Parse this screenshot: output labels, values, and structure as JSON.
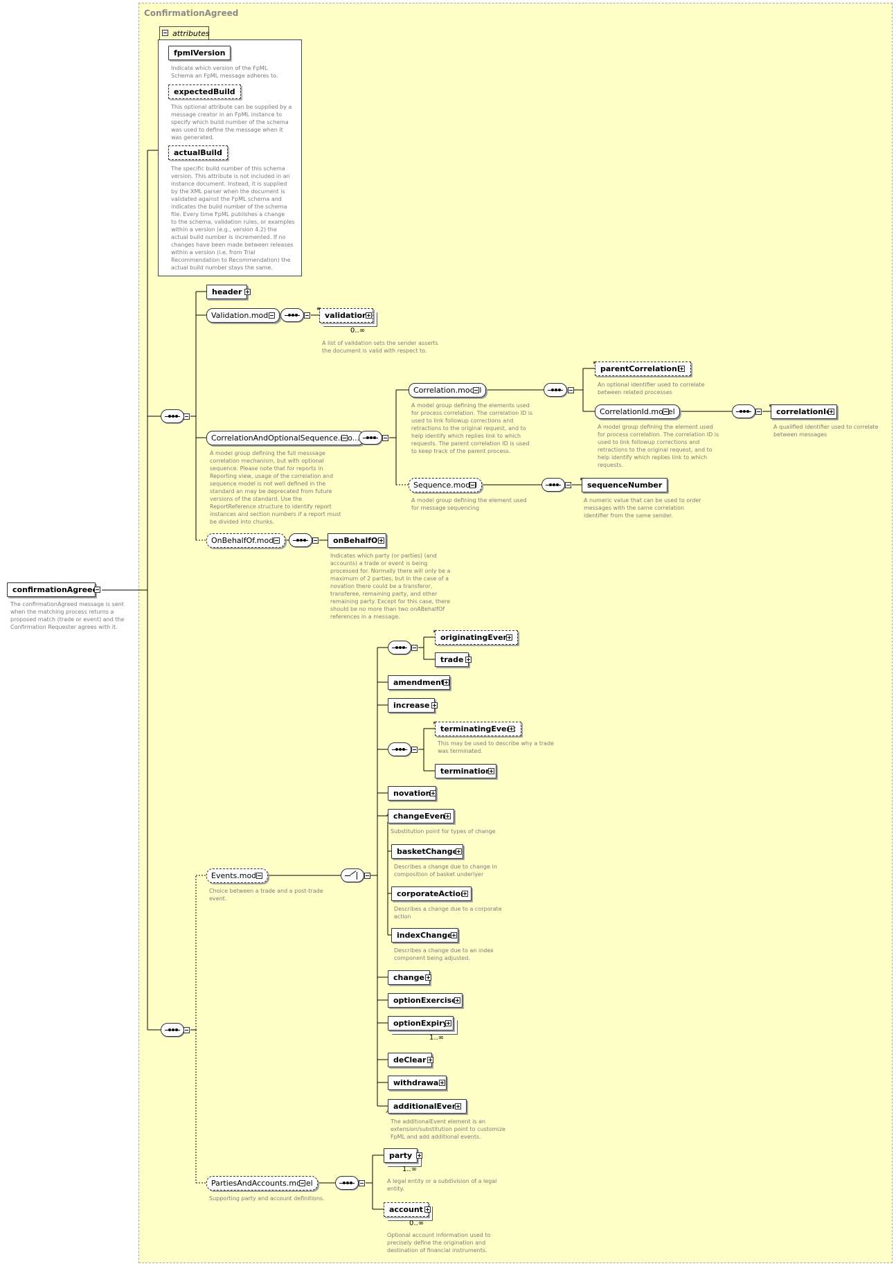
{
  "complex_type": "ConfirmationAgreed",
  "attributes_label": "attributes",
  "attributes": [
    {
      "name": "fpmlVersion",
      "desc": "Indicate which version of the FpML\nSchema an FpML message adheres to."
    },
    {
      "name": "expectedBuild",
      "desc": "This optional attribute can be supplied by a\nmessage creator in an FpML instance to\nspecify which build number of the schema\nwas used to define the message when it\nwas generated."
    },
    {
      "name": "actualBuild",
      "desc": "The specific build number of this schema\nversion. This attribute is not included in an\ninstance document. Instead, it is supplied\nby the XML parser when the document is\nvalidated against the FpML schema and\nindicates the build number of the schema\nfile. Every time FpML publishes a change\nto the schema, validation rules, or examples\nwithin a version (e.g., version 4.2) the\nactual build number is incremented. If no\nchanges have been made between releases\nwithin a version (i.e. from Trial\nRecommendation to Recommendation) the\nactual build number stays the same."
    }
  ],
  "root": {
    "name": "confirmationAgreed",
    "desc": "The confirmationAgreed message is sent\nwhen the matching process returns a\nproposed match (trade or event) and the\nConfirmation Requester agrees with it."
  },
  "top": {
    "header": "header",
    "validation_model": "Validation.model",
    "validation": "validation",
    "validation_occ": "0..∞",
    "validation_desc": "A list of validation sets the sender asserts\nthe document is valid with respect to.",
    "corr_opt_seq_model": "CorrelationAndOptionalSequence.mo...",
    "corr_opt_seq_desc": "A model group defining the full messsage\ncorrelation mechanism, but with optional\nsequence. Please note that for reports in\nReporting view, usage of the correlation and\nsequence model is not well defined in the\nstandard an may be deprecated from future\nversions of the standard. Use the\nReportReference structure to identify report\ninstances and section numbers if a report must\nbe divided into chunks.",
    "correlation_model": "Correlation.model",
    "correlation_model_desc": "A model group defining the elements used\nfor process correlation. The correlation ID is\nused to link followup corrections and\nretractions to the original request, and to\nhelp identify which replies link to which\nrequests. The parent correlation ID is used\nto keep track of the parent process.",
    "parent_correlation_id": "parentCorrelationId",
    "parent_correlation_id_desc": "An optional identifier used to correlate\nbetween related processes",
    "correlation_id_model": "CorrelationId.model",
    "correlation_id_model_desc": "A model group defining the element used\nfor process correlation. The correlation ID is\nused to link followup corrections and\nretractions to the original request, and to\nhelp identify which replies link to which\nrequests.",
    "correlation_id": "correlationId",
    "correlation_id_desc": "A qualified identifier used to correlate\nbetween messages",
    "sequence_model": "Sequence.model",
    "sequence_model_desc": "A model group defining the element used\nfor message sequencing",
    "sequence_number": "sequenceNumber",
    "sequence_number_desc": "A numeric value that can be used to order\nmessages with the same correlation\nidentifier from the same sender.",
    "on_behalf_of_model": "OnBehalfOf.model",
    "on_behalf_of": "onBehalfOf",
    "on_behalf_of_desc": "Indicates which party (or parties) (and\naccounts) a trade or event is being\nprocessed for. Normally there will only be a\nmaximum of 2 parties, but in the case of a\nnovation there could be a transferor,\ntransferee, remaining party, and other\nremaining party. Except for this case, there\nshould be no more than two onABehalfOf\nreferences in a message."
  },
  "events": {
    "events_model": "Events.model",
    "events_model_desc": "Choice between a trade and a post-trade\nevent.",
    "originating_event": "originatingEvent",
    "trade": "trade",
    "amendment": "amendment",
    "increase": "increase",
    "terminating_event": "terminatingEvent",
    "terminating_event_desc": "This may be used to describe why a trade\nwas terminated.",
    "termination": "termination",
    "novation": "novation",
    "change_event": "changeEvent",
    "change_event_desc": "Substitution point for types of change",
    "basket_change": "basketChange",
    "basket_change_desc": "Describes a change due to change in\ncomposition of basket underlyer",
    "corporate_action": "corporateAction",
    "corporate_action_desc": "Describes a change due to a corporate\naction",
    "index_change": "indexChange",
    "index_change_desc": "Describes a change due to an index\ncomponent being adjusted.",
    "change": "change",
    "option_exercise": "optionExercise",
    "option_expiry": "optionExpiry",
    "option_expiry_occ": "1..∞",
    "de_clear": "deClear",
    "withdrawal": "withdrawal",
    "additional_event": "additionalEvent",
    "additional_event_desc": "The additionalEvent element is an\nextension/substitution point to customize\nFpML and add additional events."
  },
  "parties": {
    "model": "PartiesAndAccounts.model",
    "model_desc": "Supporting party and account definitions.",
    "party": "party",
    "party_occ": "1..∞",
    "party_desc": "A legal entity or a subdivision of a legal\nentity.",
    "account": "account",
    "account_occ": "0..∞",
    "account_desc": "Optional account information used to\nprecisely define the origination and\ndestination of financial instruments."
  },
  "colors": {
    "background": "#ffffc8",
    "description": "#7a7a7a",
    "border": "#303030"
  }
}
